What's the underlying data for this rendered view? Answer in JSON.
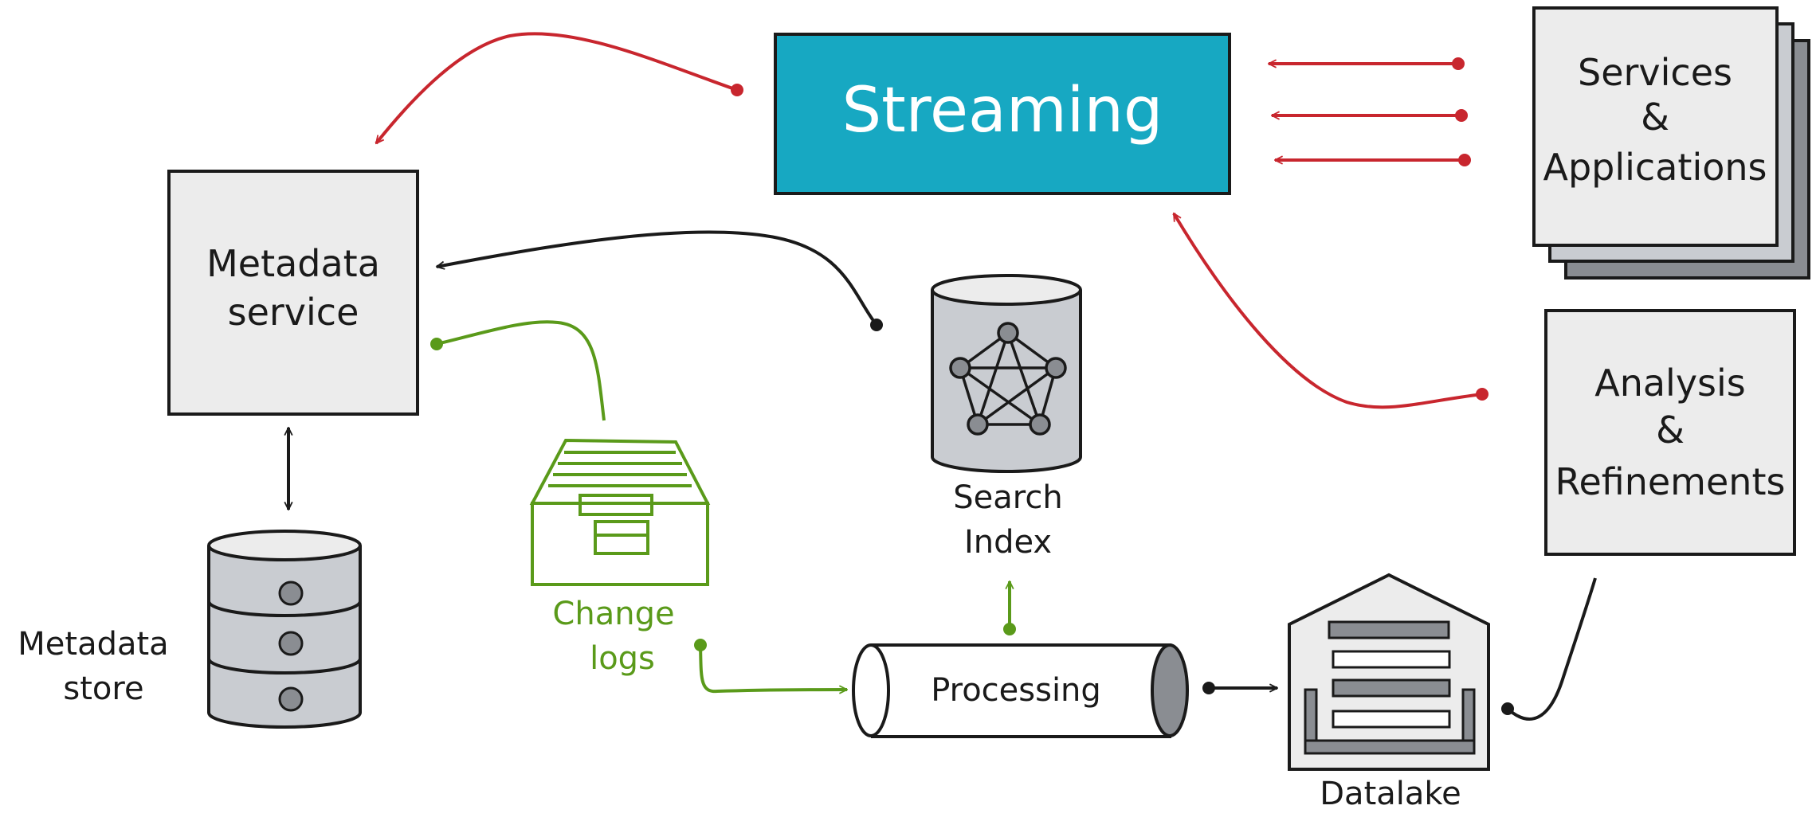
{
  "nodes": {
    "streaming": "Streaming",
    "services": [
      "Services",
      "&",
      "Applications"
    ],
    "metadata_service": [
      "Metadata",
      "service"
    ],
    "search_index": [
      "Search",
      "Index"
    ],
    "analysis": [
      "Analysis",
      "&",
      "Refinements"
    ],
    "metadata_store": [
      "Metadata",
      "store"
    ],
    "change_logs": [
      "Change",
      "logs"
    ],
    "processing": "Processing",
    "datalake": "Datalake"
  },
  "colors": {
    "streaming_fill": "#17a8c2",
    "box_fill": "#ececec",
    "gray_fill": "#c9ccd1",
    "dark_gray": "#8a8d92",
    "red": "#c8262e",
    "green": "#5a9a1a",
    "black": "#1a1a1a"
  }
}
